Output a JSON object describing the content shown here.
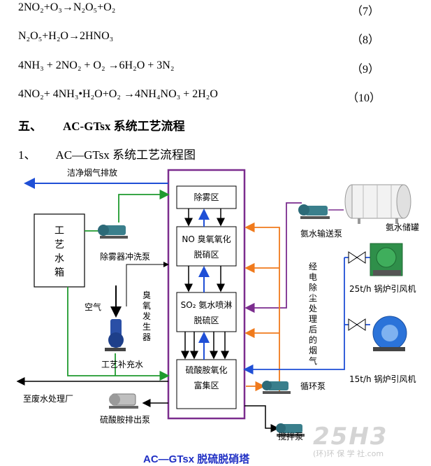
{
  "equations": [
    {
      "text": "2NO₂+O₃→N₂O₅+O₂",
      "num": "（7）"
    },
    {
      "text": "N₂O₅+H₂O→2HNO₃",
      "num": "（8）"
    },
    {
      "text": "4NH₃ + 2NO₂ + O₂  →6H₂O + 3N₂",
      "num": "（9）"
    },
    {
      "text": "4NO₂+ 4NH₃•H₂O+O₂  →4NH₄NO₃ + 2H₂O",
      "num": "（10）"
    }
  ],
  "section": {
    "number": "五、",
    "title": "AC-GTsx 系统工艺流程"
  },
  "subsection": {
    "number": "1、",
    "title": "AC—GTsx 系统工艺流程图"
  },
  "diagram": {
    "clean_gas": "洁净烟气排放",
    "process_tank": "工艺水箱",
    "demist_pump": "除雾器冲洗泵",
    "air": "空气",
    "ozone_gen": "臭氧发生器",
    "makeup_water": "工艺补充水",
    "demist_zone": "除雾区",
    "no_zone": "NO 臭氧氧化脱硝区",
    "so2_zone": "SO₂ 氨水喷淋脱硫区",
    "sulfate_zone": "硫酸胺氧化富集区",
    "ammonia_pump": "氨水输送泵",
    "ammonia_tank": "氨水储罐",
    "dedust_gas": "经电除尘处理后的烟气",
    "fan_25": "25t/h 锅炉引风机",
    "fan_15": "15t/h 锅炉引风机",
    "circ_pump": "循环泵",
    "wastewater": "至废水处理厂",
    "sulfate_pump": "硫酸胺排出泵",
    "stir_pump": "搅拌泵",
    "caption": "AC—GTsx 脱硫脱硝塔"
  },
  "watermark": {
    "main": "25H3",
    "sub": "(环)环 保 学 社.com"
  },
  "colors": {
    "tower": "#7b2d8e",
    "blue": "#1f4fd6",
    "green": "#1f9a2e",
    "orange": "#f07a1c",
    "purple": "#7b2d8e",
    "black": "#000000"
  }
}
